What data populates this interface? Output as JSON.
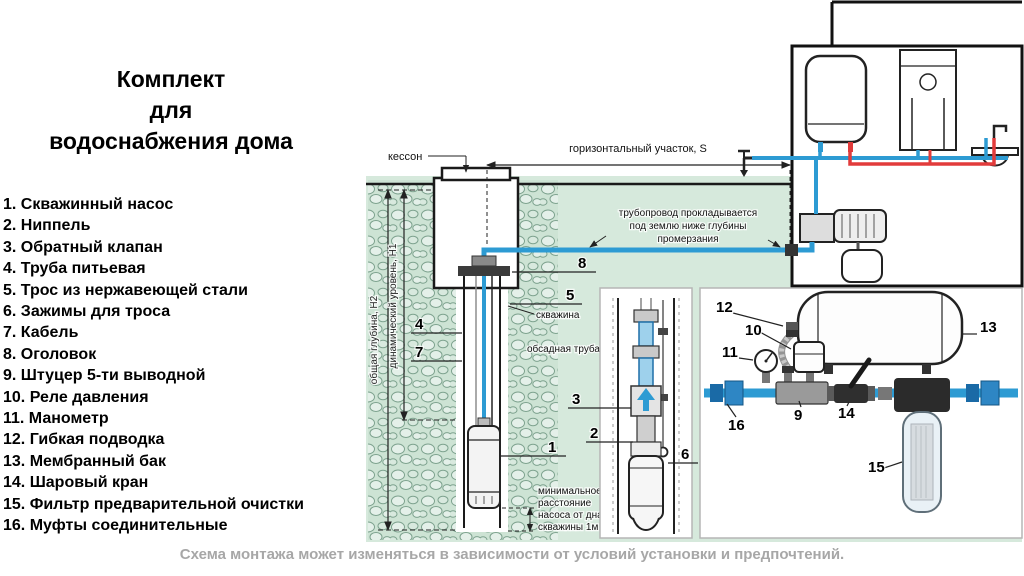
{
  "title": {
    "lines": [
      "Комплект",
      "для",
      "водоснабжения дома"
    ]
  },
  "parts": [
    "1. Скважинный насос",
    "2. Ниппель",
    "3. Обратный клапан",
    "4. Труба питьевая",
    "5. Трос из нержавеющей стали",
    "6. Зажимы для троса",
    "7. Кабель",
    "8. Оголовок",
    "9. Штуцер 5-ти выводной",
    "10. Реле давления",
    "11. Манометр",
    "12. Гибкая подводка",
    "13. Мембранный бак",
    "14. Шаровый кран",
    "15. Фильтр предварительной очистки",
    "16. Муфты соединительные"
  ],
  "diagram": {
    "labels": {
      "kesson": "кессон",
      "horizontal_section": "горизонтальный участок, S",
      "pipe_note": [
        "трубопровод прокладывается",
        "под землю ниже глубины",
        "промерзания"
      ],
      "borehole": "скважина",
      "casing": "обсадная труба",
      "total_depth": "общая глубина, Н2",
      "dynamic_level": "динамический уровень, Н1",
      "min_distance": [
        "минимальное",
        "расстояние",
        "насоса от дна",
        "скважины 1м"
      ]
    },
    "callouts": [
      "1",
      "2",
      "3",
      "4",
      "5",
      "6",
      "7",
      "8",
      "9",
      "10",
      "11",
      "12",
      "13",
      "14",
      "15",
      "16"
    ]
  },
  "footer": "Схема монтажа может изменяться в зависимости от условий установки и предпочтений.",
  "colors": {
    "cold_pipe": "#2d9bd3",
    "hot_pipe": "#e23b3b",
    "ground": "#d6e9dc",
    "line_art": "#1a1a1a",
    "footer_text": "#a7a7a7"
  }
}
